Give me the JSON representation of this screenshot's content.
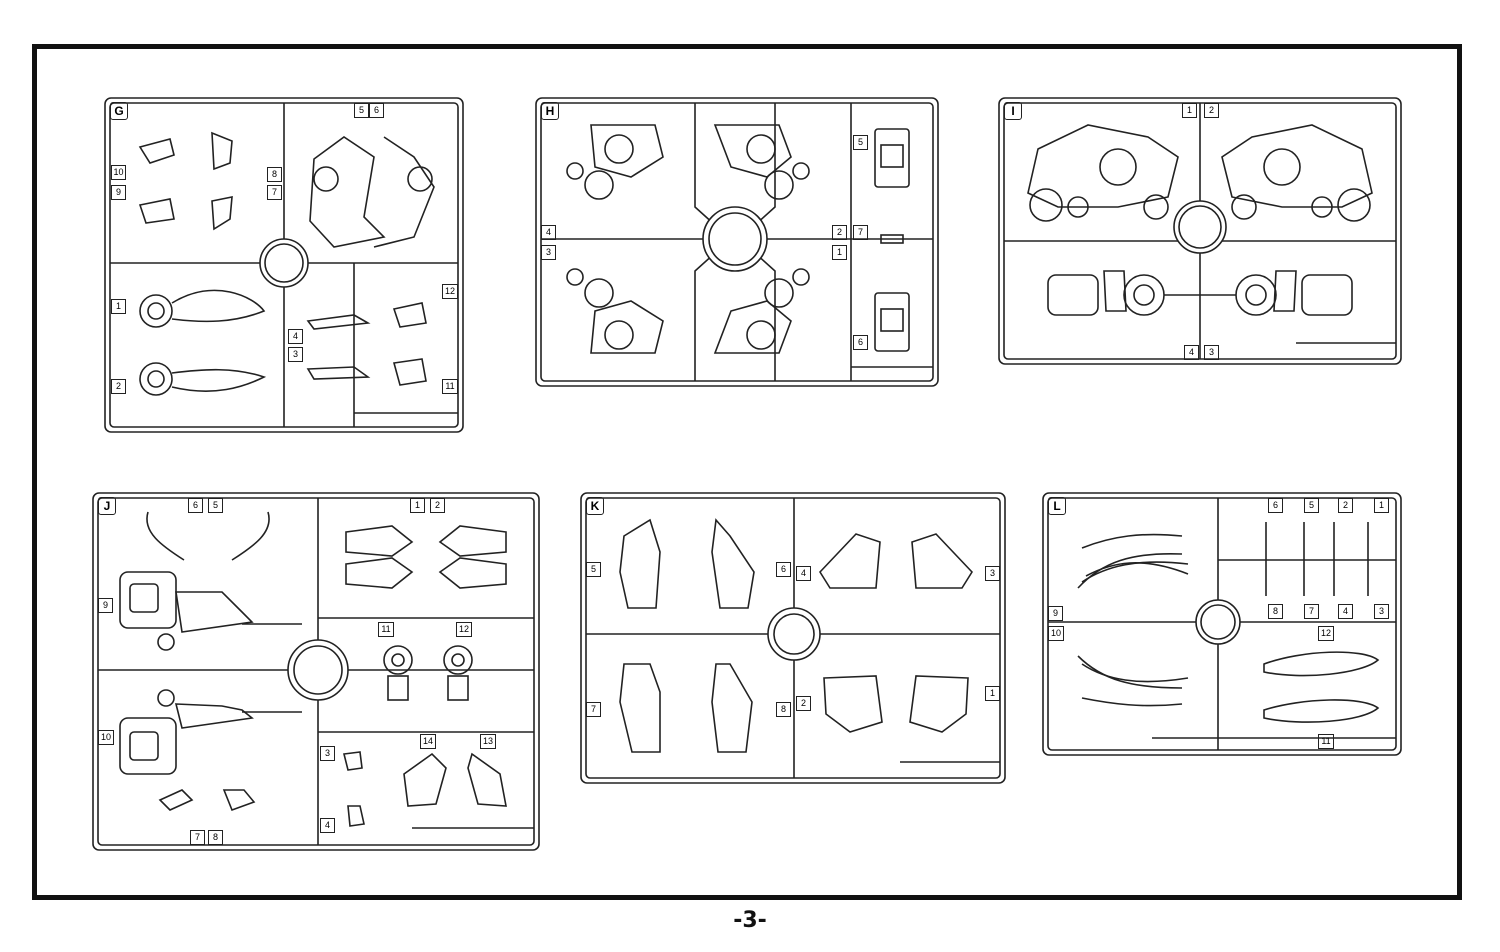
{
  "page": {
    "number": "-3-"
  },
  "sprues": [
    {
      "id": "G",
      "letter": "G",
      "parts": [
        "10",
        "9",
        "8",
        "7",
        "5",
        "6",
        "1",
        "2",
        "4",
        "3",
        "12",
        "11"
      ]
    },
    {
      "id": "H",
      "letter": "H",
      "parts": [
        "5",
        "4",
        "3",
        "2",
        "7",
        "1",
        "6"
      ]
    },
    {
      "id": "I",
      "letter": "I",
      "parts": [
        "1",
        "2",
        "4",
        "3"
      ]
    },
    {
      "id": "J",
      "letter": "J",
      "parts": [
        "6",
        "5",
        "1",
        "2",
        "9",
        "11",
        "12",
        "10",
        "3",
        "14",
        "13",
        "4",
        "7",
        "8"
      ]
    },
    {
      "id": "K",
      "letter": "K",
      "parts": [
        "5",
        "6",
        "4",
        "3",
        "7",
        "8",
        "2",
        "1"
      ]
    },
    {
      "id": "L",
      "letter": "L",
      "parts": [
        "6",
        "5",
        "2",
        "1",
        "8",
        "7",
        "4",
        "3",
        "9",
        "10",
        "12",
        "11"
      ]
    }
  ]
}
